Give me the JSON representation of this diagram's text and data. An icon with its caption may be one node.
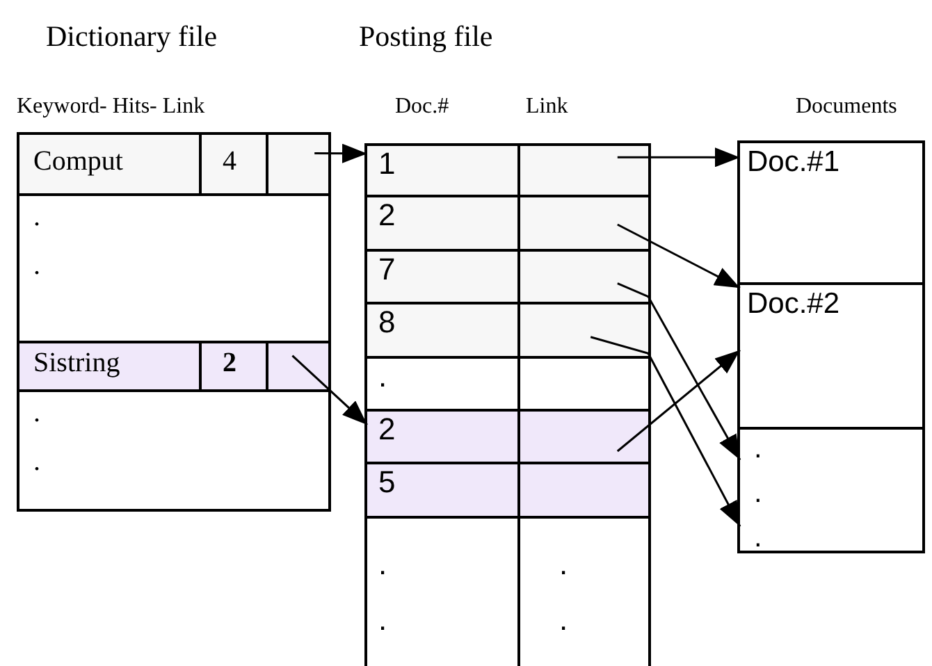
{
  "diagram": {
    "nodes": [
      {
        "text": [],
        "shape": "box"
      },
      {
        "text": [
          "Comput"
        ],
        "in": 0
      },
      {
        "text": [
          "4"
        ],
        "in": 0
      },
      {
        "text": [],
        "shape": "box",
        "in": 0
      },
      {
        "text": [
          ".",
          "."
        ],
        "in": 0
      },
      {
        "text": [
          "Sistring"
        ],
        "in": 0
      },
      {
        "text": [
          "2"
        ],
        "in": 0
      },
      {
        "text": [],
        "shape": "box",
        "in": 0
      },
      {
        "text": [
          ".",
          "."
        ],
        "in": 0
      },
      {
        "text": [],
        "shape": "box"
      },
      {
        "text": [
          "1"
        ],
        "in": 9
      },
      {
        "text": [],
        "shape": "box",
        "in": 9
      },
      {
        "text": [
          "2"
        ],
        "in": 9
      },
      {
        "text": [],
        "shape": "box",
        "in": 9
      },
      {
        "text": [
          "7"
        ],
        "in": 9
      },
      {
        "text": [],
        "shape": "box",
        "in": 9
      },
      {
        "text": [
          "8"
        ],
        "in": 9
      },
      {
        "text": [],
        "shape": "box",
        "in": 9
      },
      {
        "text": [
          "."
        ],
        "in": 9
      },
      {
        "text": [],
        "shape": "box",
        "in": 9
      },
      {
        "text": [
          "2"
        ],
        "in": 9
      },
      {
        "text": [],
        "shape": "box",
        "in": 9
      },
      {
        "text": [
          "5"
        ],
        "in": 9
      },
      {
        "text": [],
        "shape": "box",
        "in": 9
      },
      {
        "text": [
          ".",
          "."
        ],
        "in": 9
      },
      {
        "text": [
          ".",
          "."
        ],
        "in": 9
      },
      {
        "text": [],
        "shape": "box"
      },
      {
        "text": [
          "Doc.#1"
        ],
        "in": 26
      },
      {
        "text": [
          "Doc.#2"
        ],
        "in": 26
      },
      {
        "text": [
          ".",
          ".",
          "."
        ],
        "in": 26
      }
    ],
    "edges": [
      {
        "from": 3,
        "to": 10,
        "arrow": "to"
      },
      {
        "from": 7,
        "to": 20,
        "arrow": "to"
      },
      {
        "from": 11,
        "to": 27,
        "arrow": "to"
      },
      {
        "from": 13,
        "to": 28,
        "arrow": "to"
      },
      {
        "from": 15,
        "to": 29,
        "arrow": "to"
      },
      {
        "from": 17,
        "to": 29,
        "arrow": "to"
      },
      {
        "from": 21,
        "to": 28,
        "arrow": "to"
      }
    ],
    "labels": [
      "Dictionary file",
      "Posting file",
      "Keyword- Hits- Link",
      "Doc.#",
      "Link",
      "Documents"
    ]
  }
}
